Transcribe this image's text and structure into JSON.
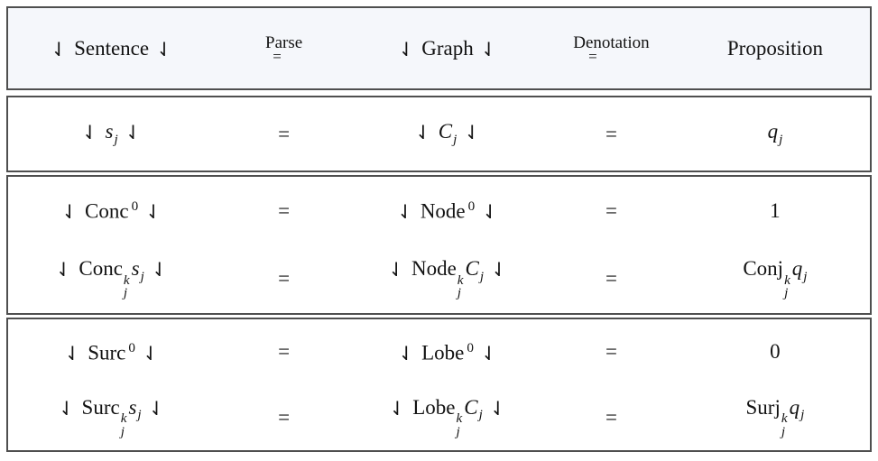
{
  "table": {
    "header": {
      "sentence": {
        "segs": [
          {
            "t": "br",
            "v": "⇃"
          },
          {
            "t": "rm",
            "v": "Sentence"
          },
          {
            "t": "br",
            "v": "⇃"
          }
        ]
      },
      "parse": {
        "label": "Parse",
        "eq": "="
      },
      "graph": {
        "segs": [
          {
            "t": "br",
            "v": "⇃"
          },
          {
            "t": "rm",
            "v": "Graph"
          },
          {
            "t": "br",
            "v": "⇃"
          }
        ]
      },
      "denotation": {
        "label": "Denotation",
        "eq": "="
      },
      "proposition": {
        "label": "Proposition"
      }
    },
    "sections": [
      {
        "rows": [
          {
            "cells": [
              {
                "segs": [
                  {
                    "t": "br",
                    "v": "⇃"
                  },
                  {
                    "t": "it",
                    "v": "s"
                  },
                  {
                    "t": "sub",
                    "v": "j"
                  },
                  {
                    "t": "br",
                    "v": "⇃"
                  }
                ]
              },
              {
                "segs": [
                  {
                    "t": "rm",
                    "v": "="
                  }
                ]
              },
              {
                "segs": [
                  {
                    "t": "br",
                    "v": "⇃"
                  },
                  {
                    "t": "it",
                    "v": "C"
                  },
                  {
                    "t": "sub",
                    "v": "j"
                  },
                  {
                    "t": "br",
                    "v": "⇃"
                  }
                ]
              },
              {
                "segs": [
                  {
                    "t": "rm",
                    "v": "="
                  }
                ]
              },
              {
                "segs": [
                  {
                    "t": "it",
                    "v": "q"
                  },
                  {
                    "t": "sub",
                    "v": "j"
                  }
                ]
              }
            ]
          }
        ]
      },
      {
        "rows": [
          {
            "cells": [
              {
                "segs": [
                  {
                    "t": "br",
                    "v": "⇃"
                  },
                  {
                    "t": "rm",
                    "v": "Conc"
                  },
                  {
                    "t": "sup",
                    "v": "0"
                  },
                  {
                    "t": "br",
                    "v": "⇃"
                  }
                ]
              },
              {
                "segs": [
                  {
                    "t": "rm",
                    "v": "="
                  }
                ]
              },
              {
                "segs": [
                  {
                    "t": "br",
                    "v": "⇃"
                  },
                  {
                    "t": "rm",
                    "v": "Node"
                  },
                  {
                    "t": "sup",
                    "v": "0"
                  },
                  {
                    "t": "br",
                    "v": "⇃"
                  }
                ]
              },
              {
                "segs": [
                  {
                    "t": "rm",
                    "v": "="
                  }
                ]
              },
              {
                "segs": [
                  {
                    "t": "rm",
                    "v": "1"
                  }
                ]
              }
            ]
          },
          {
            "cells": [
              {
                "segs": [
                  {
                    "t": "br",
                    "v": "⇃"
                  },
                  {
                    "t": "rm",
                    "v": "Conc"
                  },
                  {
                    "t": "ss",
                    "sup": "k",
                    "sub": "j"
                  },
                  {
                    "t": "it",
                    "v": "s"
                  },
                  {
                    "t": "sub",
                    "v": "j"
                  },
                  {
                    "t": "br",
                    "v": "⇃"
                  }
                ]
              },
              {
                "segs": [
                  {
                    "t": "rm",
                    "v": "="
                  }
                ]
              },
              {
                "segs": [
                  {
                    "t": "br",
                    "v": "⇃"
                  },
                  {
                    "t": "rm",
                    "v": "Node"
                  },
                  {
                    "t": "ss",
                    "sup": "k",
                    "sub": "j"
                  },
                  {
                    "t": "it",
                    "v": "C"
                  },
                  {
                    "t": "sub",
                    "v": "j"
                  },
                  {
                    "t": "br",
                    "v": "⇃"
                  }
                ]
              },
              {
                "segs": [
                  {
                    "t": "rm",
                    "v": "="
                  }
                ]
              },
              {
                "segs": [
                  {
                    "t": "rm",
                    "v": "Conj"
                  },
                  {
                    "t": "ss",
                    "sup": "k",
                    "sub": "j"
                  },
                  {
                    "t": "it",
                    "v": "q"
                  },
                  {
                    "t": "sub",
                    "v": "j"
                  }
                ]
              }
            ]
          }
        ]
      },
      {
        "rows": [
          {
            "cells": [
              {
                "segs": [
                  {
                    "t": "br",
                    "v": "⇃"
                  },
                  {
                    "t": "rm",
                    "v": "Surc"
                  },
                  {
                    "t": "sup",
                    "v": "0"
                  },
                  {
                    "t": "br",
                    "v": "⇃"
                  }
                ]
              },
              {
                "segs": [
                  {
                    "t": "rm",
                    "v": "="
                  }
                ]
              },
              {
                "segs": [
                  {
                    "t": "br",
                    "v": "⇃"
                  },
                  {
                    "t": "rm",
                    "v": "Lobe"
                  },
                  {
                    "t": "sup",
                    "v": "0"
                  },
                  {
                    "t": "br",
                    "v": "⇃"
                  }
                ]
              },
              {
                "segs": [
                  {
                    "t": "rm",
                    "v": "="
                  }
                ]
              },
              {
                "segs": [
                  {
                    "t": "rm",
                    "v": "0"
                  }
                ]
              }
            ]
          },
          {
            "cells": [
              {
                "segs": [
                  {
                    "t": "br",
                    "v": "⇃"
                  },
                  {
                    "t": "rm",
                    "v": "Surc"
                  },
                  {
                    "t": "ss",
                    "sup": "k",
                    "sub": "j"
                  },
                  {
                    "t": "it",
                    "v": "s"
                  },
                  {
                    "t": "sub",
                    "v": "j"
                  },
                  {
                    "t": "br",
                    "v": "⇃"
                  }
                ]
              },
              {
                "segs": [
                  {
                    "t": "rm",
                    "v": "="
                  }
                ]
              },
              {
                "segs": [
                  {
                    "t": "br",
                    "v": "⇃"
                  },
                  {
                    "t": "rm",
                    "v": "Lobe"
                  },
                  {
                    "t": "ss",
                    "sup": "k",
                    "sub": "j"
                  },
                  {
                    "t": "it",
                    "v": "C"
                  },
                  {
                    "t": "sub",
                    "v": "j"
                  },
                  {
                    "t": "br",
                    "v": "⇃"
                  }
                ]
              },
              {
                "segs": [
                  {
                    "t": "rm",
                    "v": "="
                  }
                ]
              },
              {
                "segs": [
                  {
                    "t": "rm",
                    "v": "Surj"
                  },
                  {
                    "t": "ss",
                    "sup": "k",
                    "sub": "j"
                  },
                  {
                    "t": "it",
                    "v": "q"
                  },
                  {
                    "t": "sub",
                    "v": "j"
                  }
                ]
              }
            ]
          }
        ]
      }
    ],
    "colors": {
      "border": "#4f4f4f",
      "header_bg": "#f5f7fb",
      "body_bg": "#ffffff",
      "text": "#131313"
    }
  }
}
